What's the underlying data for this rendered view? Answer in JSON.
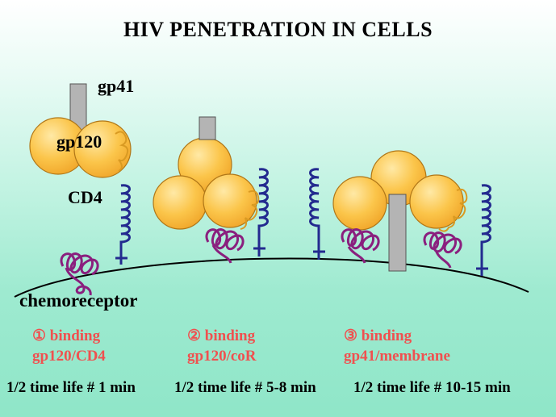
{
  "title": "HIV PENETRATION IN CELLS",
  "labels": {
    "gp41": "gp41",
    "gp120": "gp120",
    "cd4": "CD4",
    "chemoreceptor": "chemoreceptor"
  },
  "steps": [
    {
      "marker": "①",
      "action": "binding",
      "detail": "gp120/CD4",
      "half_life": "1/2 time life # 1 min"
    },
    {
      "marker": "②",
      "action": "binding",
      "detail": "gp120/coR",
      "half_life": "1/2 time life # 5-8 min"
    },
    {
      "marker": "③",
      "action": "binding",
      "detail": "gp41/membrane",
      "half_life": "1/2 time life # 10-15 min"
    }
  ],
  "colors": {
    "gp120": "#fbc54a",
    "gp41": "#b4b4b4",
    "cd4": "#232a8f",
    "chemoreceptor": "#8a1f7e",
    "loop": "#d99a22",
    "step_text": "#f0504f"
  }
}
